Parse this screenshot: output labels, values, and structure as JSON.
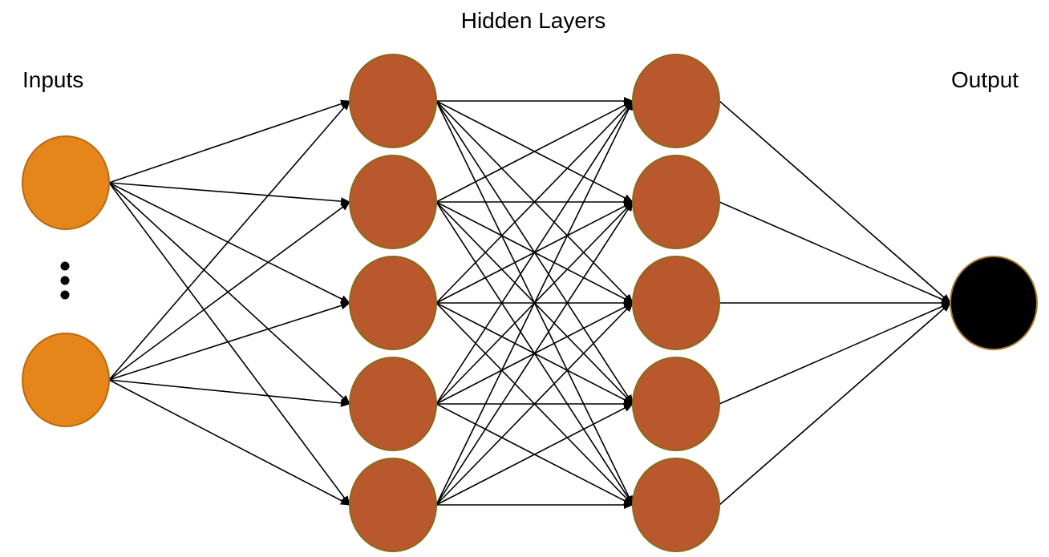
{
  "labels": {
    "hidden_layers": "Hidden Layers",
    "inputs": "Inputs",
    "output": "Output"
  },
  "network": {
    "input_nodes": 2,
    "input_ellipsis": true,
    "hidden_layers": [
      5,
      5
    ],
    "output_nodes": 1,
    "fully_connected": true
  },
  "colors": {
    "input_fill": "#E6861A",
    "input_stroke": "#B96A12",
    "hidden_fill": "#B9582C",
    "hidden_stroke": "#8A6A1A",
    "output_fill": "#000000",
    "output_stroke": "#A57A30",
    "edge": "#000000",
    "ellipsis": "#000000"
  }
}
